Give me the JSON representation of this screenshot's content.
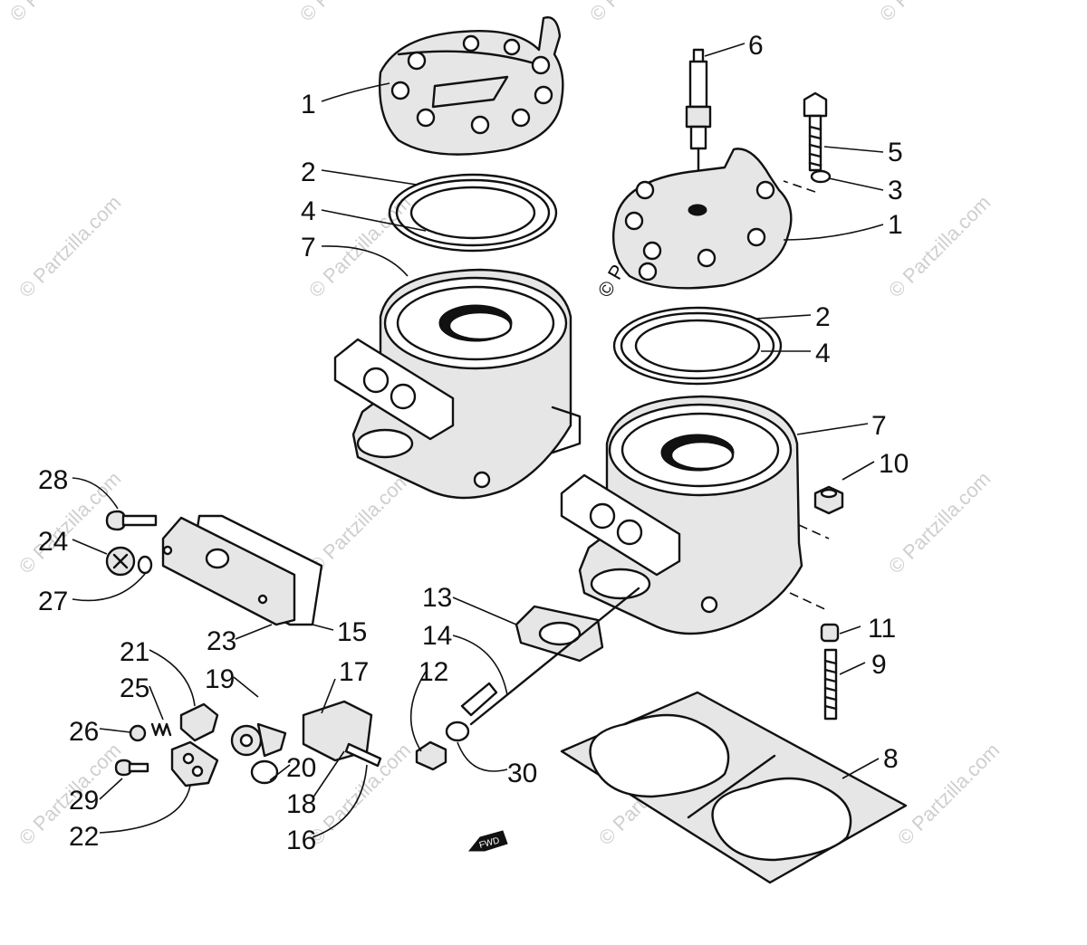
{
  "watermark": {
    "text": "© Partzilla.com"
  },
  "fwd_label": "FWD",
  "callouts": {
    "c1a": "1",
    "c1b": "1",
    "c2a": "2",
    "c2b": "2",
    "c3": "3",
    "c4a": "4",
    "c4b": "4",
    "c5": "5",
    "c6": "6",
    "c7a": "7",
    "c7b": "7",
    "c8": "8",
    "c9": "9",
    "c10": "10",
    "c11": "11",
    "c12": "12",
    "c13": "13",
    "c14": "14",
    "c15": "15",
    "c16": "16",
    "c17": "17",
    "c18": "18",
    "c19": "19",
    "c20": "20",
    "c21": "21",
    "c22": "22",
    "c23": "23",
    "c24": "24",
    "c25": "25",
    "c26": "26",
    "c27": "27",
    "c28": "28",
    "c29": "29",
    "c30": "30"
  }
}
